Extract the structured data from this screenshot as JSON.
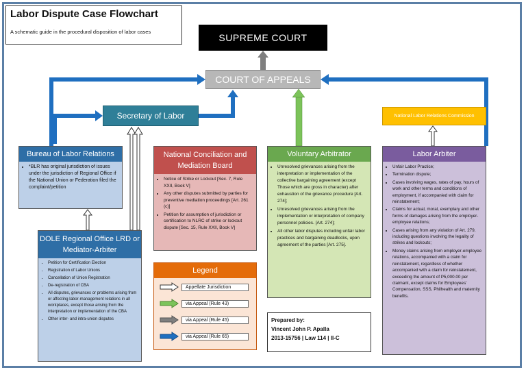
{
  "title": "Labor Dispute Case Flowchart",
  "subtitle": "A schematic guide in the procedural disposition of labor cases",
  "nodes": {
    "supreme_court": "SUPREME COURT",
    "court_of_appeals": "COURT OF APPEALS",
    "secretary_of_labor": "Secretary of Labor",
    "nlrc": "National Labor Relations Commission"
  },
  "panels": {
    "blr": {
      "title": "Bureau of Labor Relations",
      "items": [
        "*BLR has original jurisdiction of issues under the jurisdiction of Regional Office if the National Union or Federation filed the complaint/petition"
      ]
    },
    "dole": {
      "title": "DOLE Regional Office LRD or Mediator-Arbiter",
      "items": [
        "Petition for Certification Election",
        "Registration of Labor Unions",
        "Cancellation of Union Registration",
        "De-registration of CBA",
        "All disputes, grievances or problems arising from or affecting labor-management relations in all workplaces, except those arising from the interpretation or implementation of the CBA",
        "Other inter- and intra-union disputes"
      ]
    },
    "ncmb": {
      "title": "National Conciliation and Mediation Board",
      "items": [
        "Notice of Strike or Lockout [Sec. 7, Rule XXII, Book V]",
        "Any other disputes submitted by parties for preventive mediation proceedings [Art. 261 (c)]",
        "Petition for assumption of jurisdiction or certification to NLRC of strike or lockout dispute [Sec. 15, Rule XXII, Book V]"
      ]
    },
    "va": {
      "title": "Voluntary Arbitrator",
      "items": [
        "Unresolved grievances arising from the interpretation or implementation of the collective bargaining agreement (except Those which are gross in character) after exhaustion of the grievance procedure [Art. 274];",
        "Unresolved grievances arising from the implementation or interpretation of company personnel policies. [Art. 274];",
        "All other labor disputes including unfair labor practices and bargaining deadlocks, upon agreement of the parties [Art. 275]."
      ]
    },
    "la": {
      "title": "Labor Arbiter",
      "items": [
        "Unfair Labor Practice;",
        "Termination dispute;",
        "Cases involving wages, rates of pay, hours of work and other terms and conditions of employment, if accompanied with claim for reinstatement;",
        "Claims for actual, moral, exemplary and other forms of damages arising from the employer-employee relations;",
        "Cases arising from any violation of Art. 279, including questions involving the legality of strikes and lockouts;",
        "Money claims arising from employer-employee relations, accompanied with a claim for reinstatement, regardless of whether accompanied with a claim for reinstatement, exceeding the amount of P5,000.00 per claimant, except claims for Employees' Compensation, SSS, Philhealth and maternity benefits."
      ]
    }
  },
  "legend": {
    "title": "Legend",
    "items": [
      {
        "label": "Appellate Jurisdiction",
        "color": "#ffffff"
      },
      {
        "label": "via Appeal (Rule 43)",
        "color": "#6aa84f"
      },
      {
        "label": "via Appeal (Rule 45)",
        "color": "#7f7f7f"
      },
      {
        "label": "via Appeal (Rule 65)",
        "color": "#2e6ea6"
      }
    ]
  },
  "prepared": {
    "label": "Prepared by:",
    "name": "Vincent John P. Apalla",
    "details": "2013-15756 | Law 114 | II-C"
  },
  "colors": {
    "rule65": "#1f6fc0",
    "rule43": "#7cc35a",
    "rule45": "#7f7f7f",
    "appellate": "#ffffff"
  }
}
